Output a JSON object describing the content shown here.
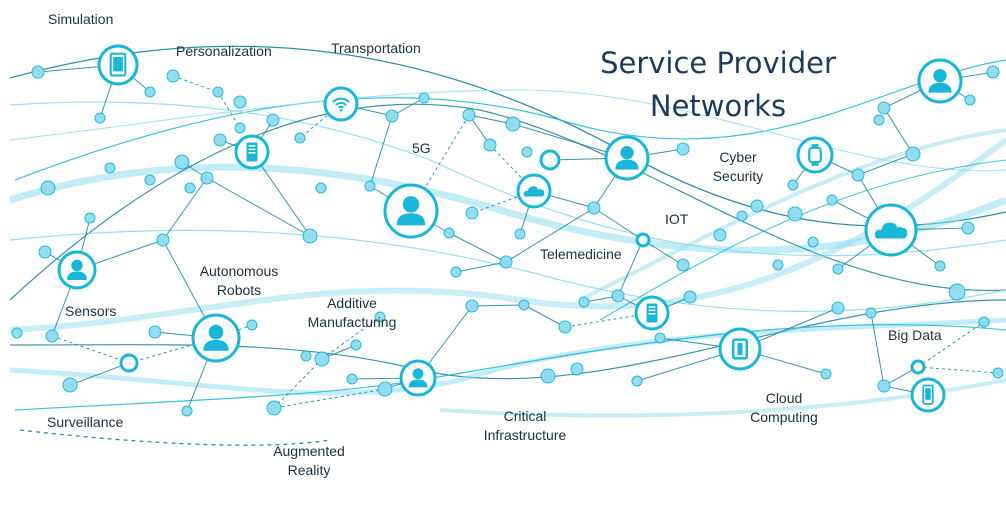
{
  "title": "Service Provider\nNetworks",
  "labels": {
    "simulation": "Simulation",
    "personalization": "Personalization",
    "transportation": "Transportation",
    "fiveg": "5G",
    "cyber_security": "Cyber\nSecurity",
    "iot": "IOT",
    "telemedicine": "Telemedicine",
    "autonomous_robots": "Autonomous\nRobots",
    "additive_manufacturing": "Additive\nManufacturing",
    "sensors": "Sensors",
    "big_data": "Big Data",
    "cloud_computing": "Cloud\nComputing",
    "critical_infrastructure": "Critical\nInfrastructure",
    "surveillance": "Surveillance",
    "augmented_reality": "Augmented\nReality"
  },
  "colors": {
    "background": "#ffffff",
    "accent": "#19b6d8",
    "accent_light": "#8fdcef",
    "line_dark": "#1a7fa3",
    "text": "#1d3040",
    "title": "#1f3b5c"
  },
  "icons": [
    "tablet-icon",
    "server-icon",
    "wifi-icon",
    "user-icon",
    "cloud-icon",
    "watch-icon",
    "phone-icon",
    "battery-icon"
  ]
}
